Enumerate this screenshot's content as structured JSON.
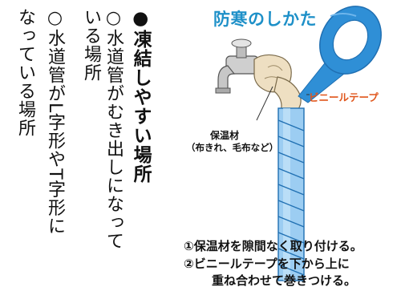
{
  "heading": "●凍結しやすい場所",
  "item1": {
    "line1": "○水道管がむき出しになって",
    "line2": "いる場所"
  },
  "item2": {
    "line1": "○水道管がL字形やT字形に",
    "line2": "なっている場所"
  },
  "illustration": {
    "title": "防寒のしかた",
    "tape_label": "ビニールテープ",
    "insulation_label": "保温材",
    "insulation_sub": "（布きれ、毛布など）"
  },
  "steps": {
    "step1": "①保温材を隙間なく取り付ける。",
    "step2_line1": "②ビニールテープを下から上に",
    "step2_line2": "重ね合わせて巻きつける。"
  },
  "colors": {
    "title_blue": "#1e90c8",
    "pipe_blue": "#2f8fd6",
    "tape_orange": "#e0561c"
  }
}
